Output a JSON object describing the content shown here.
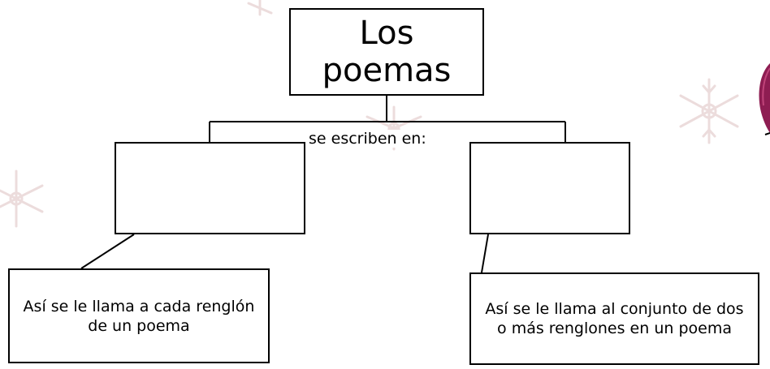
{
  "diagram": {
    "title": "Los poemas",
    "connector_label": "se escriben en:",
    "left_definition": "Así se le llama a cada renglón de un poema",
    "right_definition": "Así se le llama al conjunto de dos o más renglones en un poema",
    "line_color": "#000000",
    "decoration_color": "#ecdcdc",
    "accent_color": "#8e1d52"
  }
}
